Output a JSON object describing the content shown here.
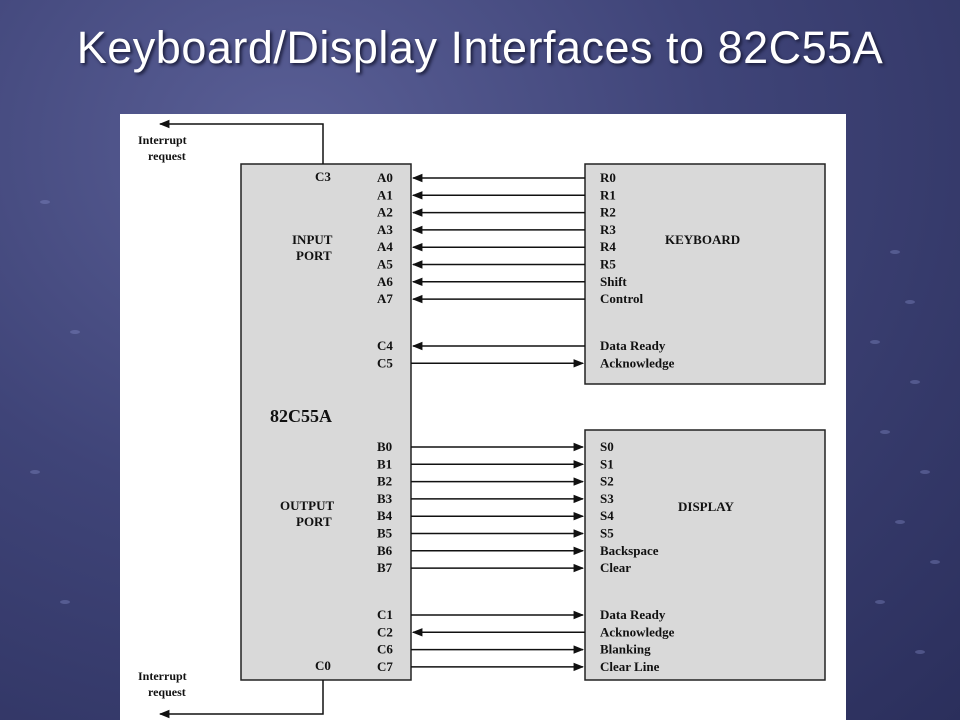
{
  "slide": {
    "title": "Keyboard/Display Interfaces to 82C55A"
  },
  "diagram": {
    "chip": {
      "name": "82C55A",
      "input_port_label": [
        "INPUT",
        "PORT"
      ],
      "output_port_label": [
        "OUTPUT",
        "PORT"
      ],
      "port_c_top": "C3",
      "port_c_bottom": "C0"
    },
    "interrupt_top": [
      "Interrupt",
      "request"
    ],
    "interrupt_bottom": [
      "Interrupt",
      "request"
    ],
    "keyboard": {
      "name": "KEYBOARD",
      "signals": [
        {
          "pin": "A0",
          "label": "R0",
          "direction": "in"
        },
        {
          "pin": "A1",
          "label": "R1",
          "direction": "in"
        },
        {
          "pin": "A2",
          "label": "R2",
          "direction": "in"
        },
        {
          "pin": "A3",
          "label": "R3",
          "direction": "in"
        },
        {
          "pin": "A4",
          "label": "R4",
          "direction": "in"
        },
        {
          "pin": "A5",
          "label": "R5",
          "direction": "in"
        },
        {
          "pin": "A6",
          "label": "Shift",
          "direction": "in"
        },
        {
          "pin": "A7",
          "label": "Control",
          "direction": "in"
        }
      ],
      "handshake": [
        {
          "pin": "C4",
          "label": "Data Ready",
          "direction": "in"
        },
        {
          "pin": "C5",
          "label": "Acknowledge",
          "direction": "out"
        }
      ]
    },
    "display": {
      "name": "DISPLAY",
      "signals": [
        {
          "pin": "B0",
          "label": "S0",
          "direction": "out"
        },
        {
          "pin": "B1",
          "label": "S1",
          "direction": "out"
        },
        {
          "pin": "B2",
          "label": "S2",
          "direction": "out"
        },
        {
          "pin": "B3",
          "label": "S3",
          "direction": "out"
        },
        {
          "pin": "B4",
          "label": "S4",
          "direction": "out"
        },
        {
          "pin": "B5",
          "label": "S5",
          "direction": "out"
        },
        {
          "pin": "B6",
          "label": "Backspace",
          "direction": "out"
        },
        {
          "pin": "B7",
          "label": "Clear",
          "direction": "out"
        }
      ],
      "handshake": [
        {
          "pin": "C1",
          "label": "Data Ready",
          "direction": "out"
        },
        {
          "pin": "C2",
          "label": "Acknowledge",
          "direction": "in"
        },
        {
          "pin": "C6",
          "label": "Blanking",
          "direction": "out"
        },
        {
          "pin": "C7",
          "label": "Clear Line",
          "direction": "out"
        }
      ]
    }
  }
}
